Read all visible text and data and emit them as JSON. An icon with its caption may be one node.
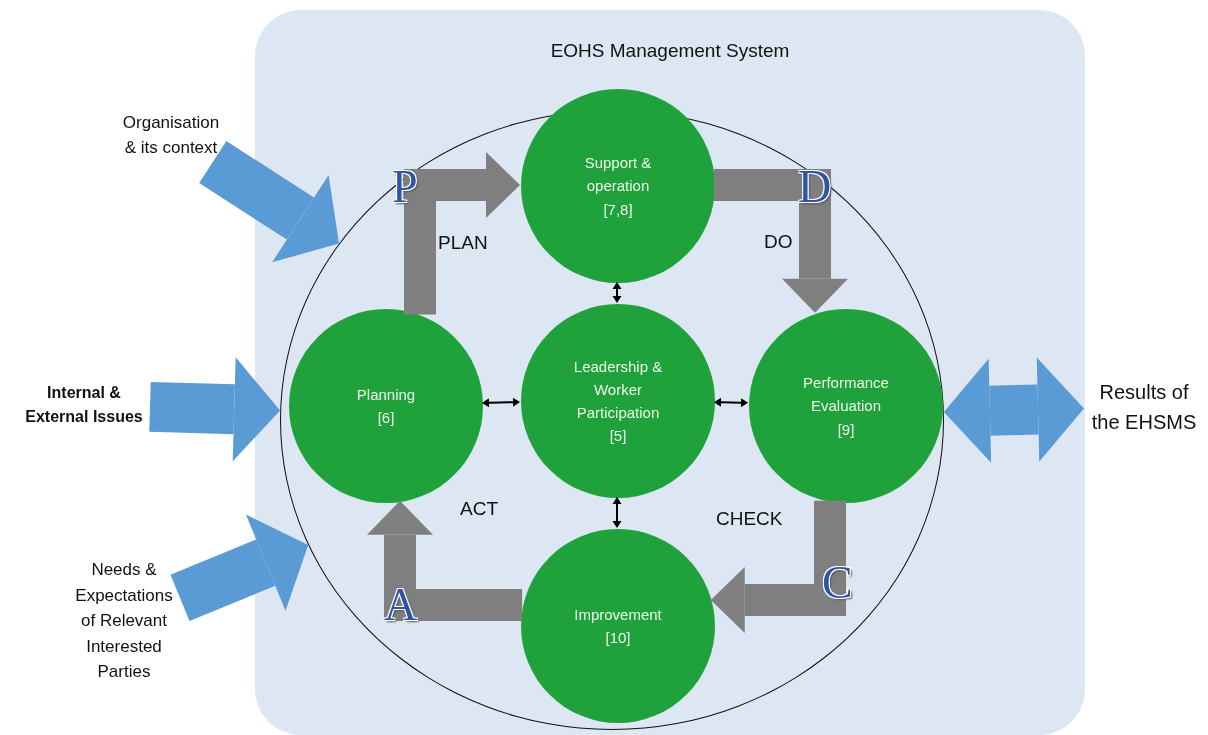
{
  "diagram": {
    "nodes": [
      {
        "text": [
          "EOHS Management System"
        ]
      },
      {
        "text": [],
        "shape": "circle",
        "in": 0
      },
      {
        "text": [
          "Support & operation",
          "[7,8]"
        ],
        "in": 1
      },
      {
        "text": [
          "Planning",
          "[6]"
        ],
        "in": 1
      },
      {
        "text": [
          "Leadership & Worker Participation",
          "[5]"
        ],
        "in": 1
      },
      {
        "text": [
          "Performance Evaluation",
          "[9]"
        ],
        "in": 1
      },
      {
        "text": [
          "Improvement",
          "[10]"
        ],
        "in": 1
      },
      {
        "text": [
          "Organisation & its context"
        ]
      },
      {
        "text": [
          "Internal & External Issues"
        ]
      },
      {
        "text": [
          "Needs & Expectations of Relevant Interested Parties"
        ]
      },
      {
        "text": [
          "Results of the EHSMS"
        ]
      }
    ],
    "edges": [
      {
        "from": 3,
        "to": 2,
        "arrow": "to",
        "label": "P",
        "color": "#7f7f7f"
      },
      {
        "from": 2,
        "to": 5,
        "arrow": "to",
        "label": "D",
        "color": "#7f7f7f"
      },
      {
        "from": 5,
        "to": 6,
        "arrow": "to",
        "label": "C",
        "color": "#7f7f7f"
      },
      {
        "from": 6,
        "to": 3,
        "arrow": "to",
        "label": "A",
        "color": "#7f7f7f"
      },
      {
        "from": 4,
        "to": 2,
        "arrow": "both",
        "color": "#000000"
      },
      {
        "from": 4,
        "to": 3,
        "arrow": "both",
        "color": "#000000"
      },
      {
        "from": 4,
        "to": 5,
        "arrow": "both",
        "color": "#000000"
      },
      {
        "from": 4,
        "to": 6,
        "arrow": "both",
        "color": "#000000"
      },
      {
        "from": 7,
        "to": 1,
        "arrow": "to",
        "color": "#5b9bd5"
      },
      {
        "from": 8,
        "to": 1,
        "arrow": "to",
        "color": "#5b9bd5"
      },
      {
        "from": 9,
        "to": 1,
        "arrow": "to",
        "color": "#5b9bd5"
      },
      {
        "from": 1,
        "to": 10,
        "arrow": "both",
        "color": "#5b9bd5"
      }
    ],
    "labels": [
      "PLAN",
      "DO",
      "ACT",
      "CHECK"
    ]
  }
}
